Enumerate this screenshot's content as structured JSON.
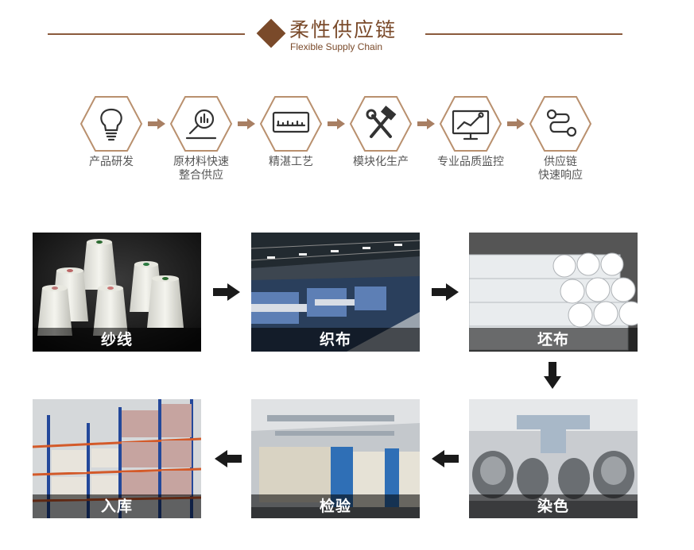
{
  "header": {
    "title_cn": "柔性供应链",
    "title_en": "Flexible Supply Chain"
  },
  "colors": {
    "accent": "#7a4a2a",
    "hex_stroke": "#b9906e",
    "arrow_small": "#a87f63",
    "arrow_big": "#1a1a1a"
  },
  "steps": [
    {
      "label": "产品研发",
      "icon": "lightbulb-icon"
    },
    {
      "label": "原材料快速\n整合供应",
      "icon": "magnifier-chart-icon"
    },
    {
      "label": "精湛工艺",
      "icon": "ruler-icon"
    },
    {
      "label": "模块化生产",
      "icon": "hammer-wrench-icon"
    },
    {
      "label": "专业品质监控",
      "icon": "monitor-chart-icon"
    },
    {
      "label": "供应链\n快速响应",
      "icon": "route-path-icon"
    }
  ],
  "tiles": [
    {
      "caption": "纱线"
    },
    {
      "caption": "织布"
    },
    {
      "caption": "坯布"
    },
    {
      "caption": "染色"
    },
    {
      "caption": "检验"
    },
    {
      "caption": "入库"
    }
  ]
}
